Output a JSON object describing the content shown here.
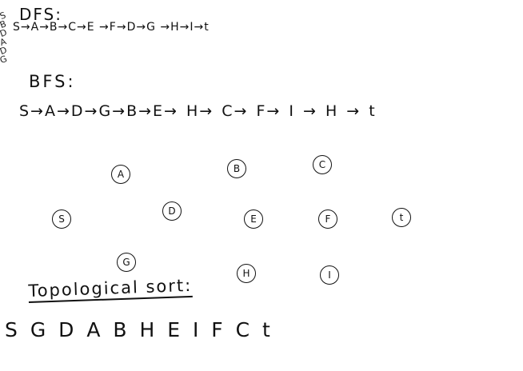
{
  "dfs": {
    "title": "DFS:",
    "sequence": "S→A→B→C→E →F→D→G →H→I→t"
  },
  "margin": {
    "marks": [
      "S",
      "B",
      "D",
      "A",
      "D",
      "G"
    ]
  },
  "bfs": {
    "title": "BFS:",
    "sequence": "S→A→D→G→B→E→ H→ C→ F→ I → H → t"
  },
  "nodes": {
    "s": "S",
    "a": "A",
    "b": "B",
    "c": "C",
    "d": "D",
    "e": "E",
    "f": "F",
    "t": "t",
    "g": "G",
    "h": "H",
    "i": "I"
  },
  "topological": {
    "title": "Topological sort:",
    "sequence": "S G D A B H E I F C t"
  }
}
